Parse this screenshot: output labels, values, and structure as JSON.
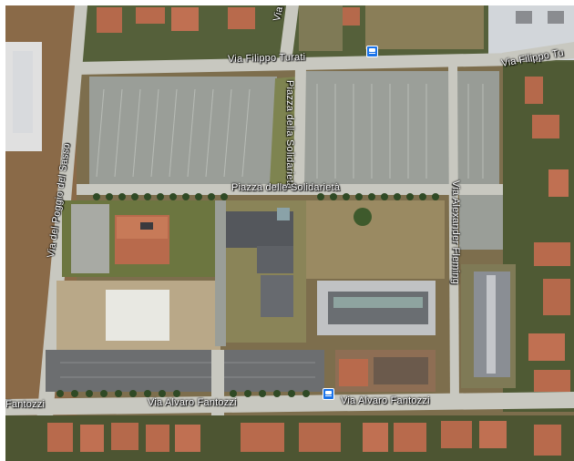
{
  "map": {
    "streets": {
      "turati": "Via Filippo Turati",
      "turati_east": "Via Filippo Tu",
      "solidarieta": "Piazza delle Solidarietà",
      "solidarieta_vertical": "Piazza della Solidarietà",
      "fleming": "Via Alexander Fleming",
      "fantozzi": "Via Alvaro Fantozzi",
      "fantozzi_east": "Via Alvaro Fantozzi",
      "fantozzi_west": "Fantozzi",
      "poggio": "Via del Poggio del Sasso",
      "mascagni": "Via Masc"
    },
    "transit_icon": "bus-icon",
    "colors": {
      "road": "#c8c8c0",
      "parking": "#9a9e98",
      "roof_tile": "#b8694a",
      "grass": "#6f7a3c",
      "field": "#9a8a62",
      "tree": "#2f4a25",
      "transit": "#1a73e8"
    }
  }
}
